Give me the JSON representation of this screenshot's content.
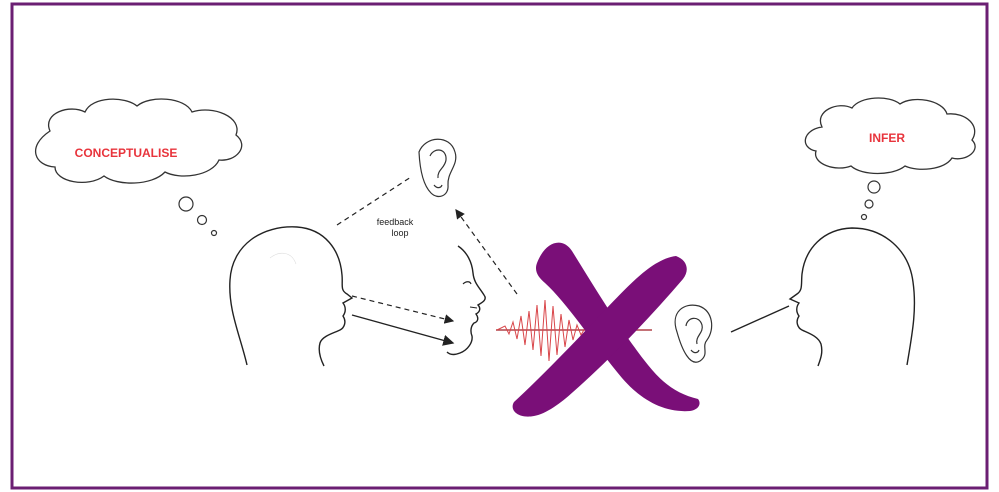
{
  "diagram": {
    "speaker_thought": "CONCEPTUALISE",
    "listener_thought": "INFER",
    "feedback_label_line1": "feedback",
    "feedback_label_line2": "loop"
  },
  "colors": {
    "border": "#6b1f73",
    "cross": "#7a0f78",
    "thought_text": "#e8343c",
    "sound_wave": "#d9464a",
    "line": "#222222"
  },
  "icons": [
    "speaker-head-icon",
    "listener-head-icon",
    "ear-icon",
    "mouth-profile-icon",
    "sound-wave-icon",
    "cross-out-icon"
  ]
}
